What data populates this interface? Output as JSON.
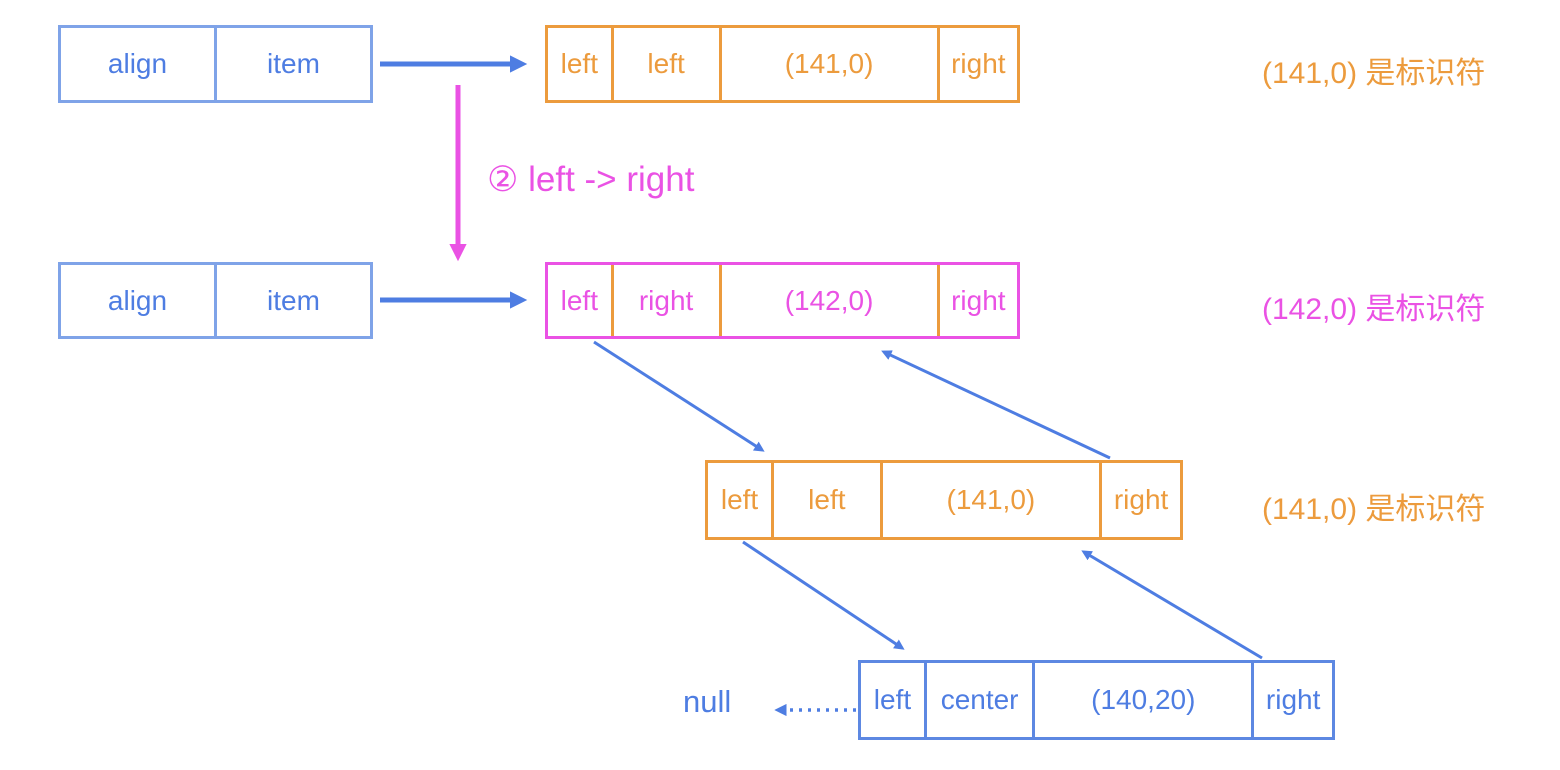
{
  "colors": {
    "blue": "#4e7de2",
    "blue_light": "#7fa3e8",
    "blue_box": "#5d88e2",
    "orange": "#ec9b3d",
    "magenta": "#ea52e4"
  },
  "pointer_boxes": [
    {
      "cells": [
        "align",
        "item"
      ]
    },
    {
      "cells": [
        "align",
        "item"
      ]
    }
  ],
  "nodes": [
    {
      "cells": [
        "left",
        "left",
        "(141,0)",
        "right"
      ],
      "color": "orange"
    },
    {
      "cells": [
        "left",
        "right",
        "(142,0)",
        "right"
      ],
      "color": "magenta"
    },
    {
      "cells": [
        "left",
        "left",
        "(141,0)",
        "right"
      ],
      "color": "orange"
    },
    {
      "cells": [
        "left",
        "center",
        "(140,20)",
        "right"
      ],
      "color": "blue"
    }
  ],
  "annotations": [
    {
      "text": "(141,0) 是标识符",
      "color": "orange"
    },
    {
      "text": "(142,0) 是标识符",
      "color": "magenta"
    },
    {
      "text": "(141,0) 是标识符",
      "color": "orange"
    }
  ],
  "step_label": "② left -> right",
  "null_label": "null",
  "icons": {
    "down-arrow-icon": "magenta step arrow",
    "right-arrow-icon": "blue pointer arrow",
    "dotted-arrow-icon": "dotted null pointer arrow"
  }
}
